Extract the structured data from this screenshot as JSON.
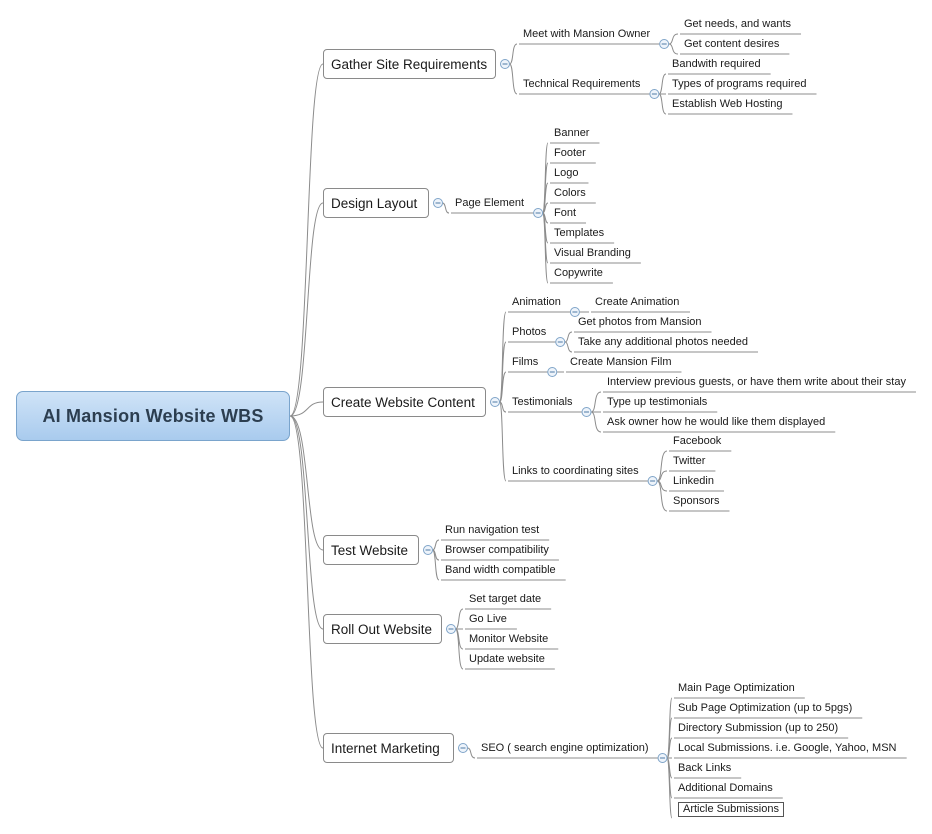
{
  "root": "AI Mansion Website WBS",
  "branches": [
    {
      "label": "Gather Site Requirements",
      "children": [
        {
          "label": "Meet with Mansion Owner",
          "children": [
            {
              "label": "Get needs, and wants"
            },
            {
              "label": "Get content desires"
            }
          ]
        },
        {
          "label": "Technical Requirements",
          "children": [
            {
              "label": "Bandwith required"
            },
            {
              "label": "Types of programs required"
            },
            {
              "label": "Establish Web Hosting"
            }
          ]
        }
      ]
    },
    {
      "label": "Design Layout",
      "children": [
        {
          "label": "Page Element",
          "children": [
            {
              "label": "Banner"
            },
            {
              "label": "Footer"
            },
            {
              "label": "Logo"
            },
            {
              "label": "Colors"
            },
            {
              "label": "Font"
            },
            {
              "label": "Templates"
            },
            {
              "label": "Visual Branding"
            },
            {
              "label": "Copywrite"
            }
          ]
        }
      ]
    },
    {
      "label": "Create Website Content",
      "children": [
        {
          "label": "Animation",
          "children": [
            {
              "label": "Create Animation"
            }
          ]
        },
        {
          "label": "Photos",
          "children": [
            {
              "label": "Get photos from Mansion"
            },
            {
              "label": "Take any additional photos needed"
            }
          ]
        },
        {
          "label": "Films",
          "children": [
            {
              "label": "Create Mansion Film"
            }
          ]
        },
        {
          "label": "Testimonials",
          "children": [
            {
              "label": "Interview previous guests, or have them write about their stay"
            },
            {
              "label": "Type up testimonials"
            },
            {
              "label": "Ask owner how he would like them displayed"
            }
          ]
        },
        {
          "label": "Links to coordinating sites",
          "children": [
            {
              "label": "Facebook"
            },
            {
              "label": "Twitter"
            },
            {
              "label": "Linkedin"
            },
            {
              "label": "Sponsors"
            }
          ]
        }
      ]
    },
    {
      "label": "Test Website",
      "children": [
        {
          "label": "Run navigation test"
        },
        {
          "label": "Browser compatibility"
        },
        {
          "label": "Band width compatible"
        }
      ]
    },
    {
      "label": "Roll Out Website",
      "children": [
        {
          "label": "Set target date"
        },
        {
          "label": "Go Live"
        },
        {
          "label": "Monitor Website"
        },
        {
          "label": "Update website"
        }
      ]
    },
    {
      "label": "Internet Marketing",
      "children": [
        {
          "label": "SEO ( search engine optimization)",
          "children": [
            {
              "label": "Main Page Optimization"
            },
            {
              "label": "Sub Page Optimization (up to 5pgs)"
            },
            {
              "label": "Directory Submission (up to 250)"
            },
            {
              "label": "Local Submissions. i.e. Google, Yahoo, MSN"
            },
            {
              "label": "Back Links"
            },
            {
              "label": "Additional Domains"
            },
            {
              "label": "Article Submissions"
            }
          ]
        }
      ]
    }
  ]
}
